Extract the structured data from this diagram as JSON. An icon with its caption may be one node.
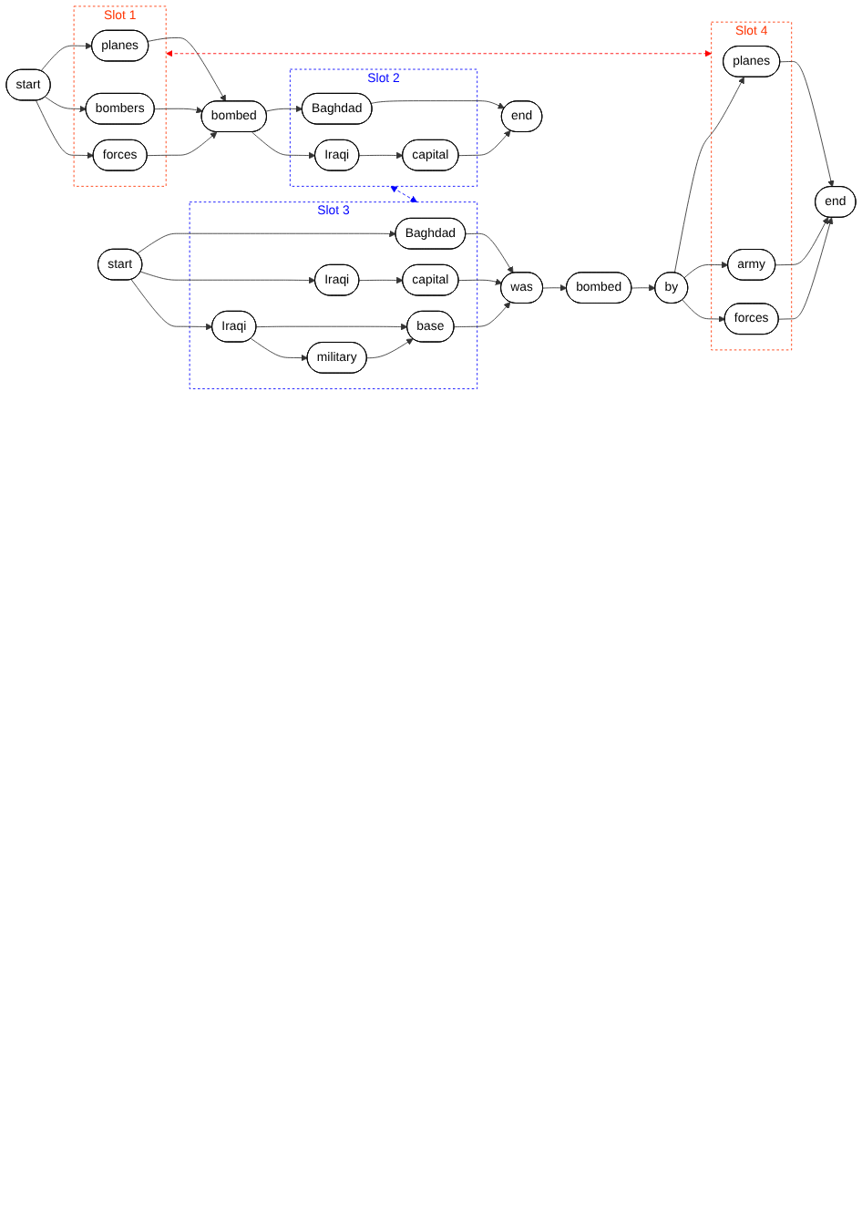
{
  "diagram": {
    "nodes": [
      {
        "text": [
          "start"
        ]
      },
      {
        "text": [
          "Slot 1"
        ]
      },
      {
        "text": [
          "planes"
        ],
        "in": 1
      },
      {
        "text": [
          "bombers"
        ],
        "in": 1
      },
      {
        "text": [
          "forces"
        ],
        "in": 1
      },
      {
        "text": [
          "bombed"
        ]
      },
      {
        "text": [
          "Slot 2"
        ]
      },
      {
        "text": [
          "Baghdad"
        ],
        "in": 6
      },
      {
        "text": [
          "Iraqi"
        ],
        "in": 6
      },
      {
        "text": [
          "capital"
        ],
        "in": 6
      },
      {
        "text": [
          "end"
        ]
      },
      {
        "text": [
          "start"
        ]
      },
      {
        "text": [
          "Slot 3"
        ]
      },
      {
        "text": [
          "Baghdad"
        ],
        "in": 12
      },
      {
        "text": [
          "Iraqi"
        ],
        "in": 12
      },
      {
        "text": [
          "capital"
        ],
        "in": 12
      },
      {
        "text": [
          "Iraqi"
        ],
        "in": 12
      },
      {
        "text": [
          "base"
        ],
        "in": 12
      },
      {
        "text": [
          "military"
        ],
        "in": 12
      },
      {
        "text": [
          "was"
        ]
      },
      {
        "text": [
          "bombed"
        ]
      },
      {
        "text": [
          "by"
        ]
      },
      {
        "text": [
          "Slot 4"
        ]
      },
      {
        "text": [
          "planes"
        ],
        "in": 22
      },
      {
        "text": [
          "army"
        ],
        "in": 22
      },
      {
        "text": [
          "forces"
        ],
        "in": 22
      },
      {
        "text": [
          "end"
        ]
      }
    ],
    "edges": [
      {
        "from": 0,
        "to": 2,
        "arrow": "to"
      },
      {
        "from": 0,
        "to": 3,
        "arrow": "to"
      },
      {
        "from": 0,
        "to": 4,
        "arrow": "to"
      },
      {
        "from": 2,
        "to": 5,
        "arrow": "to"
      },
      {
        "from": 3,
        "to": 5,
        "arrow": "to"
      },
      {
        "from": 4,
        "to": 5,
        "arrow": "to"
      },
      {
        "from": 5,
        "to": 7,
        "arrow": "to"
      },
      {
        "from": 5,
        "to": 8,
        "arrow": "to"
      },
      {
        "from": 8,
        "to": 9,
        "arrow": "to"
      },
      {
        "from": 7,
        "to": 10,
        "arrow": "to"
      },
      {
        "from": 9,
        "to": 10,
        "arrow": "to"
      },
      {
        "from": 11,
        "to": 13,
        "arrow": "to"
      },
      {
        "from": 11,
        "to": 14,
        "arrow": "to"
      },
      {
        "from": 11,
        "to": 16,
        "arrow": "to"
      },
      {
        "from": 14,
        "to": 15,
        "arrow": "to"
      },
      {
        "from": 13,
        "to": 19,
        "arrow": "to"
      },
      {
        "from": 15,
        "to": 19,
        "arrow": "to"
      },
      {
        "from": 16,
        "to": 17,
        "arrow": "to"
      },
      {
        "from": 16,
        "to": 18,
        "arrow": "to"
      },
      {
        "from": 18,
        "to": 17,
        "arrow": "to"
      },
      {
        "from": 17,
        "to": 19,
        "arrow": "to"
      },
      {
        "from": 19,
        "to": 20,
        "arrow": "to"
      },
      {
        "from": 20,
        "to": 21,
        "arrow": "to"
      },
      {
        "from": 21,
        "to": 23,
        "arrow": "to"
      },
      {
        "from": 21,
        "to": 24,
        "arrow": "to"
      },
      {
        "from": 21,
        "to": 25,
        "arrow": "to"
      },
      {
        "from": 23,
        "to": 26,
        "arrow": "to"
      },
      {
        "from": 24,
        "to": 26,
        "arrow": "to"
      },
      {
        "from": 25,
        "to": 26,
        "arrow": "to"
      },
      {
        "from": 1,
        "to": 22,
        "arrow": "both",
        "style": "dashed",
        "color": "#ff0000"
      },
      {
        "from": 6,
        "to": 12,
        "arrow": "both",
        "style": "dashed",
        "color": "#0000ff"
      }
    ]
  }
}
